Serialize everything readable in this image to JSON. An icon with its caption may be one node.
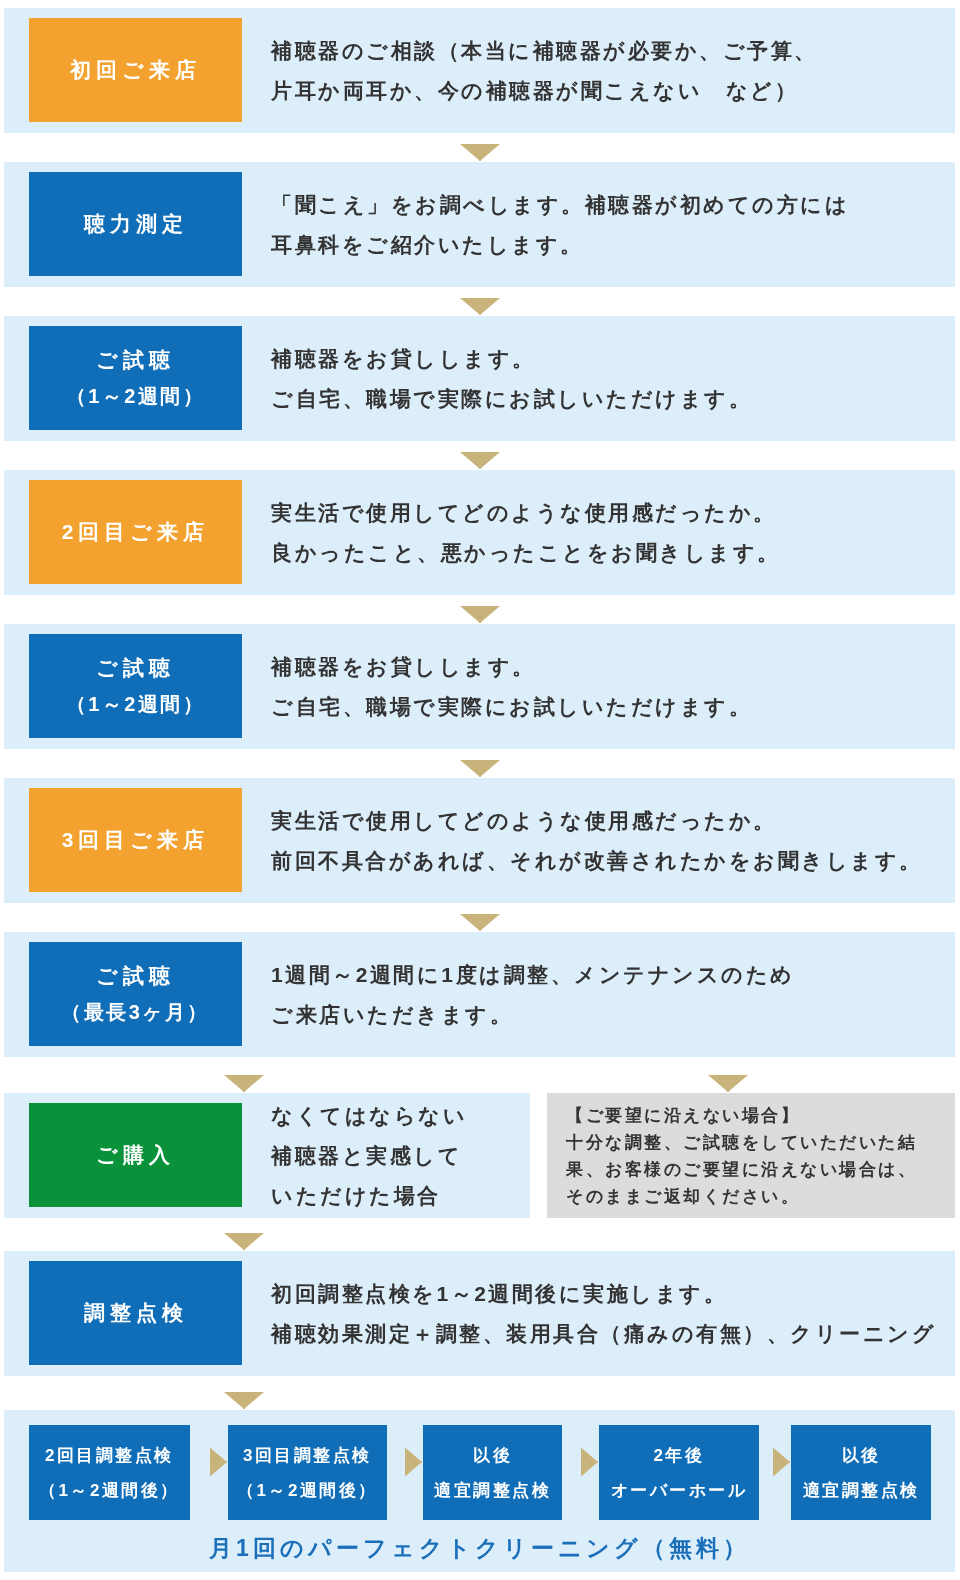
{
  "diagram": {
    "nodes": [
      {
        "text": [
          "補聴器のご相談（本当に補聴器が必要か、ご予算、片耳か両耳か、今の補聴器が聞こえない　など）"
        ]
      },
      {
        "text": [
          "初回ご来店"
        ],
        "in": 0
      },
      {
        "text": [
          "「聞こえ」をお調べします。補聴器が初めての方には耳鼻科をご紹介いたします。"
        ]
      },
      {
        "text": [
          "聴力測定"
        ],
        "in": 2
      },
      {
        "text": [
          "補聴器をお貸しします。",
          "ご自宅、職場で実際にお試しいただけます。"
        ]
      },
      {
        "text": [
          "ご試聴",
          "（1～2週間）"
        ],
        "in": 4
      },
      {
        "text": [
          "実生活で使用してどのような使用感だったか。",
          "良かったこと、悪かったことをお聞きします。"
        ]
      },
      {
        "text": [
          "2回目ご来店"
        ],
        "in": 6
      },
      {
        "text": [
          "補聴器をお貸しします。",
          "ご自宅、職場で実際にお試しいただけます。"
        ]
      },
      {
        "text": [
          "ご試聴",
          "（1～2週間）"
        ],
        "in": 8
      },
      {
        "text": [
          "実生活で使用してどのような使用感だったか。",
          "前回不具合があれば、それが改善されたかをお聞きします。"
        ]
      },
      {
        "text": [
          "3回目ご来店"
        ],
        "in": 10
      },
      {
        "text": [
          "1週間～2週間に1度は調整、メンテナンスのためご来店いただきます。"
        ]
      },
      {
        "text": [
          "ご試聴",
          "（最長3ヶ月）"
        ],
        "in": 12
      },
      {
        "text": [
          "なくてはならない補聴器と実感していただけた場合"
        ]
      },
      {
        "text": [
          "ご購入"
        ],
        "in": 14
      },
      {
        "text": [
          "【ご要望に沿えない場合】",
          "十分な調整、ご試聴をしていただいた結果、お客様のご要望に沿えない場合は、そのままご返却ください。"
        ]
      },
      {
        "text": [
          "初回調整点検を1～2週間後に実施します。",
          "補聴効果測定＋調整、装用具合（痛みの有無）、クリーニング"
        ]
      },
      {
        "text": [
          "調整点検"
        ],
        "in": 17
      },
      {
        "text": [
          "月1回のパーフェクトクリーニング（無料）"
        ]
      },
      {
        "text": [
          "2回目調整点検",
          "（1～2週間後）"
        ],
        "in": 19
      },
      {
        "text": [
          "3回目調整点検",
          "（1～2週間後）"
        ],
        "in": 19
      },
      {
        "text": [
          "以後",
          "適宜調整点検"
        ],
        "in": 19
      },
      {
        "text": [
          "2年後",
          "オーバーホール"
        ],
        "in": 19
      },
      {
        "text": [
          "以後",
          "適宜調整点検"
        ],
        "in": 19
      }
    ],
    "edges": [
      {
        "from": 0,
        "to": 2,
        "arrow": "to"
      },
      {
        "from": 2,
        "to": 4,
        "arrow": "to"
      },
      {
        "from": 4,
        "to": 6,
        "arrow": "to"
      },
      {
        "from": 6,
        "to": 8,
        "arrow": "to"
      },
      {
        "from": 8,
        "to": 10,
        "arrow": "to"
      },
      {
        "from": 10,
        "to": 12,
        "arrow": "to"
      },
      {
        "from": 12,
        "to": 14,
        "arrow": "to"
      },
      {
        "from": 12,
        "to": 16,
        "arrow": "to"
      },
      {
        "from": 14,
        "to": 17,
        "arrow": "to"
      },
      {
        "from": 17,
        "to": 19,
        "arrow": "to"
      },
      {
        "from": 20,
        "to": 21,
        "arrow": "to"
      },
      {
        "from": 21,
        "to": 22,
        "arrow": "to"
      },
      {
        "from": 22,
        "to": 23,
        "arrow": "to"
      },
      {
        "from": 23,
        "to": 24,
        "arrow": "to"
      }
    ]
  }
}
